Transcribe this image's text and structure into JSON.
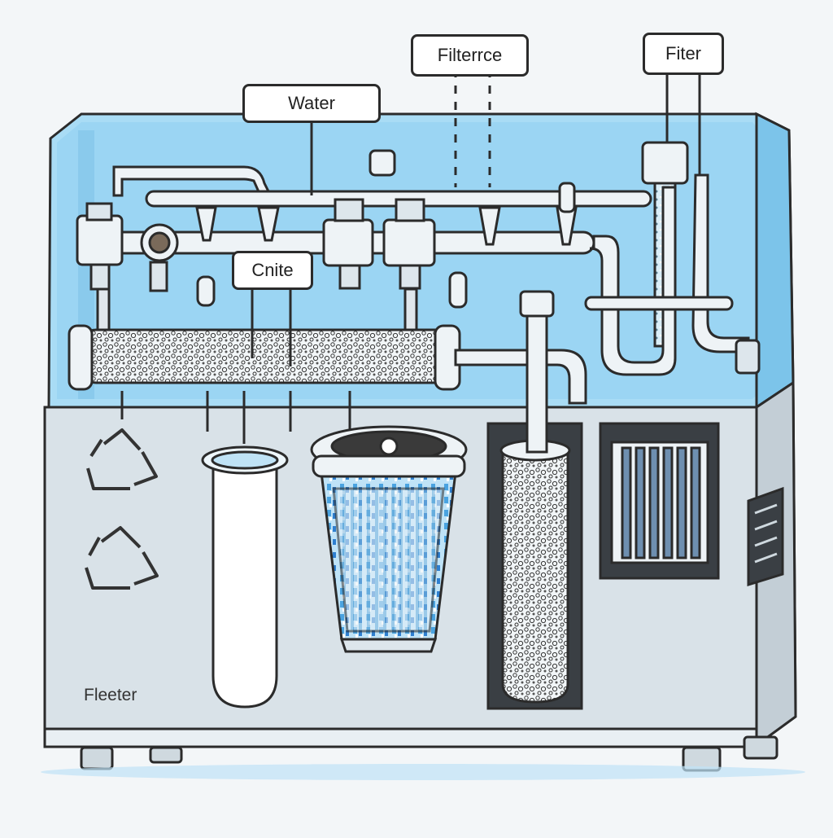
{
  "labels": {
    "water": "Water",
    "filterrce": "Filterrce",
    "fiter": "Fiter",
    "cnite": "Cnite",
    "fleeter": "Fleeter"
  },
  "colors": {
    "background": "#f3f6f8",
    "glass_blue": "#9fd8f4",
    "glass_blue_dark": "#6cc0ea",
    "cabinet_gray": "#d5dee4",
    "outline": "#2b2b2b",
    "pipe_white": "#eef3f6",
    "media_blue": "#4aa3e0"
  },
  "icons": [
    "recycle-icon",
    "recycle-icon",
    "vent-grille-icon",
    "side-vent-icon"
  ]
}
